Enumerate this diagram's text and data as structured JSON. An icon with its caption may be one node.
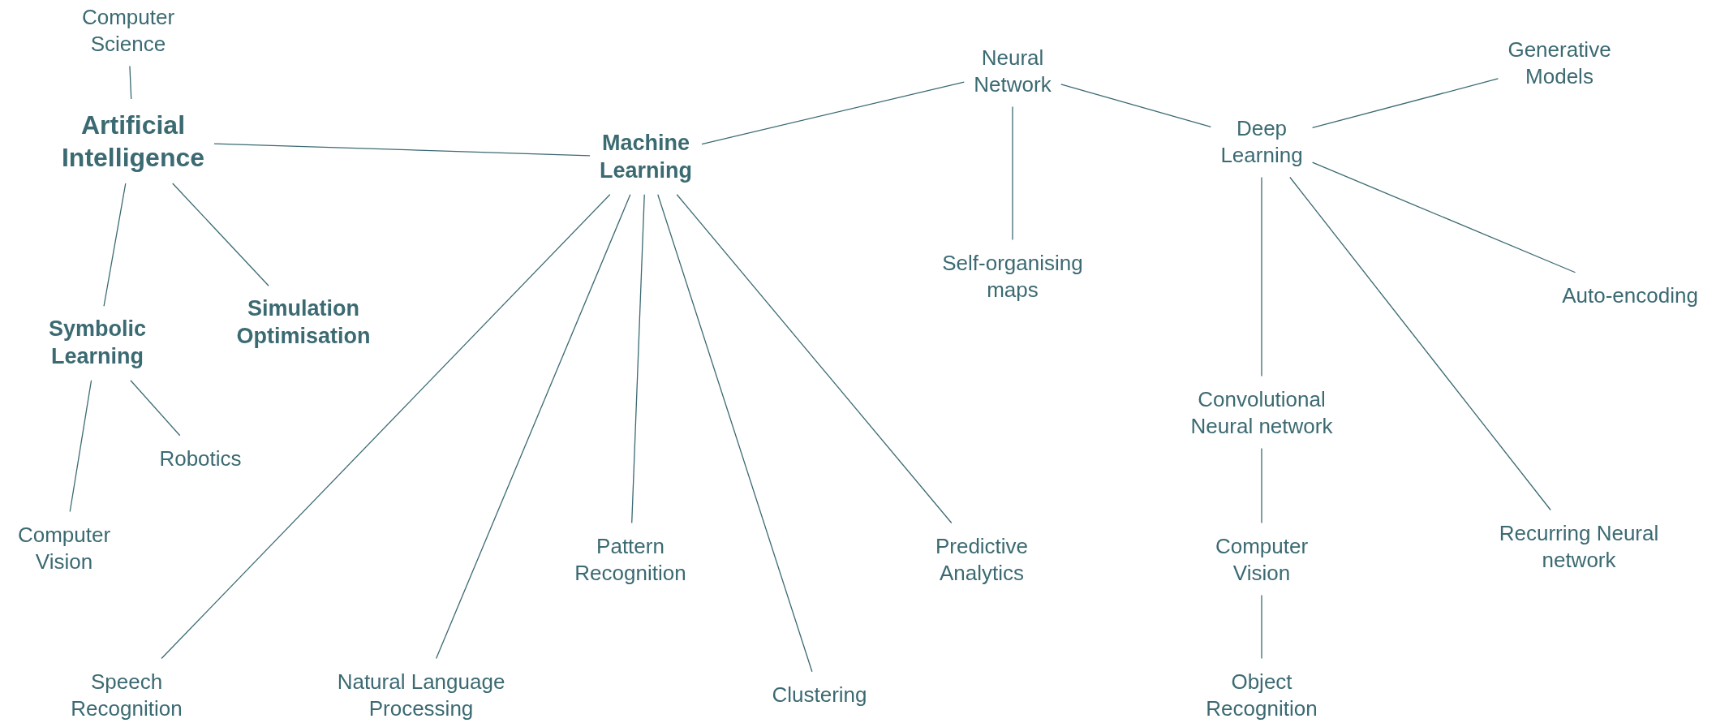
{
  "diagram": {
    "nodes": [
      {
        "text": [
          "Computer Science"
        ]
      },
      {
        "text": [
          "Artificial Intelligence"
        ]
      },
      {
        "text": [
          "Machine Learning"
        ]
      },
      {
        "text": [
          "Symbolic Learning"
        ]
      },
      {
        "text": [
          "Simulation Optimisation"
        ]
      },
      {
        "text": [
          "Robotics"
        ]
      },
      {
        "text": [
          "Computer Vision"
        ]
      },
      {
        "text": [
          "Neural Network"
        ]
      },
      {
        "text": [
          "Deep Learning"
        ]
      },
      {
        "text": [
          "Generative Models"
        ]
      },
      {
        "text": [
          "Self-organising maps"
        ]
      },
      {
        "text": [
          "Auto-encoding"
        ]
      },
      {
        "text": [
          "Convolutional Neural network"
        ]
      },
      {
        "text": [
          "Computer Vision"
        ]
      },
      {
        "text": [
          "Object Recognition"
        ]
      },
      {
        "text": [
          "Recurring Neural network"
        ]
      },
      {
        "text": [
          "Speech Recognition"
        ]
      },
      {
        "text": [
          "Natural Language Processing"
        ]
      },
      {
        "text": [
          "Pattern Recognition"
        ]
      },
      {
        "text": [
          "Clustering"
        ]
      },
      {
        "text": [
          "Predictive Analytics"
        ]
      }
    ],
    "edges": [
      {
        "from": 0,
        "to": 1,
        "arrow": "none"
      },
      {
        "from": 1,
        "to": 2,
        "arrow": "none"
      },
      {
        "from": 1,
        "to": 3,
        "arrow": "none"
      },
      {
        "from": 1,
        "to": 4,
        "arrow": "none"
      },
      {
        "from": 3,
        "to": 5,
        "arrow": "none"
      },
      {
        "from": 3,
        "to": 6,
        "arrow": "none"
      },
      {
        "from": 2,
        "to": 7,
        "arrow": "none"
      },
      {
        "from": 7,
        "to": 8,
        "arrow": "none"
      },
      {
        "from": 7,
        "to": 10,
        "arrow": "none"
      },
      {
        "from": 8,
        "to": 9,
        "arrow": "none"
      },
      {
        "from": 8,
        "to": 11,
        "arrow": "none"
      },
      {
        "from": 8,
        "to": 12,
        "arrow": "none"
      },
      {
        "from": 12,
        "to": 13,
        "arrow": "none"
      },
      {
        "from": 13,
        "to": 14,
        "arrow": "none"
      },
      {
        "from": 8,
        "to": 15,
        "arrow": "none"
      },
      {
        "from": 2,
        "to": 16,
        "arrow": "none"
      },
      {
        "from": 2,
        "to": 17,
        "arrow": "none"
      },
      {
        "from": 2,
        "to": 18,
        "arrow": "none"
      },
      {
        "from": 2,
        "to": 19,
        "arrow": "none"
      },
      {
        "from": 2,
        "to": 20,
        "arrow": "none"
      }
    ]
  }
}
